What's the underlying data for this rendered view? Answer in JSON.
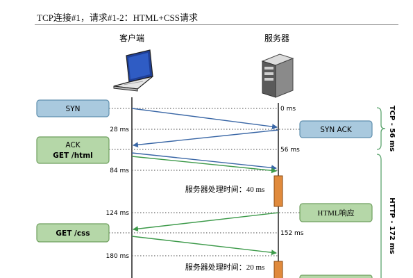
{
  "title": "TCP连接#1，请求#1-2：HTML+CSS请求",
  "client_label": "客户端",
  "server_label": "服务器",
  "boxes": {
    "syn": "SYN",
    "ack": "ACK",
    "get_html": "GET /html",
    "syn_ack": "SYN ACK",
    "html_response": "HTML响应",
    "get_css": "GET /css"
  },
  "times": {
    "t0": "0 ms",
    "t28": "28 ms",
    "t56": "56 ms",
    "t84": "84 ms",
    "t124": "124 ms",
    "t152": "152 ms",
    "t180": "180 ms"
  },
  "processing": {
    "first": "服务器处理时间：40 ms",
    "second": "服务器处理时间：20 ms"
  },
  "brackets": {
    "tcp": "TCP - 56 ms",
    "http": "HTTP - 172 ms"
  },
  "colors": {
    "blue_box_fill": "#a9c9de",
    "blue_box_stroke": "#5f8fae",
    "green_box_fill": "#b5d7a8",
    "green_box_stroke": "#6e9f5d",
    "blue_arrow": "#3a67a6",
    "green_arrow": "#3d9a4a",
    "processing_bar": "#e08a3c",
    "bracket": "#5aa36c"
  }
}
